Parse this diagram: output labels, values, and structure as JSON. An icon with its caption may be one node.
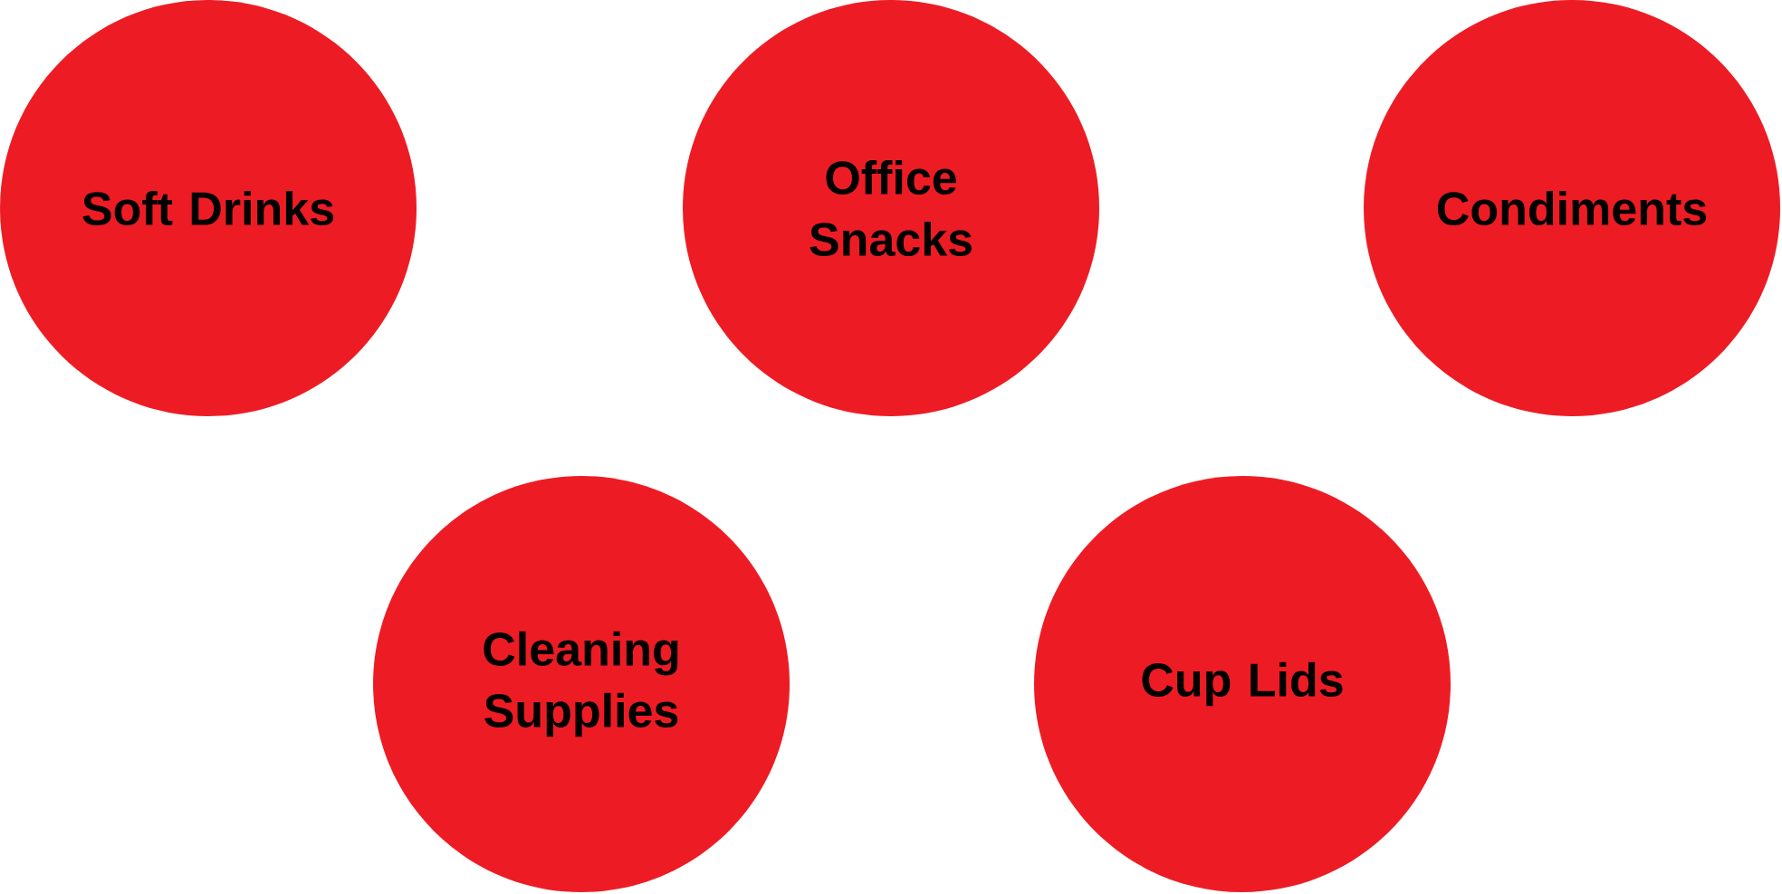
{
  "diagram": {
    "nodes": [
      {
        "text": [
          "Soft Drinks"
        ]
      },
      {
        "text": [
          "Office Snacks"
        ]
      },
      {
        "text": [
          "Condiments"
        ]
      },
      {
        "text": [
          "Cleaning Supplies"
        ]
      },
      {
        "text": [
          "Cup Lids"
        ]
      }
    ]
  }
}
